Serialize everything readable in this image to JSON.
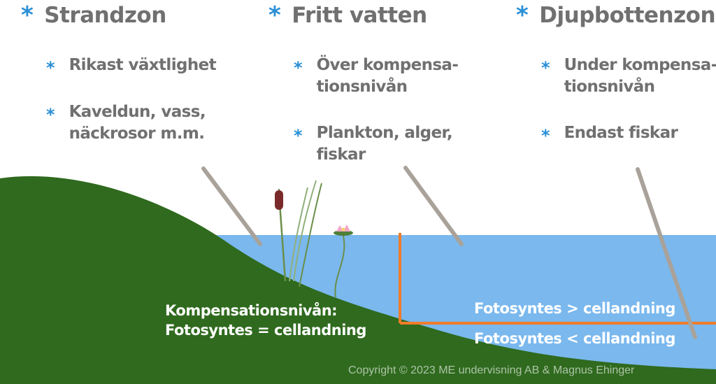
{
  "columns": [
    {
      "heading": "Strandzon",
      "bullets": [
        {
          "line1": "Rikast växtlighet",
          "line2": ""
        },
        {
          "line1": "Kaveldun, vass,",
          "line2": "näckrosor m.m."
        }
      ]
    },
    {
      "heading": "Fritt vatten",
      "bullets": [
        {
          "line1": "Över kompensa-",
          "line2": "tionsnivån"
        },
        {
          "line1": "Plankton, alger,",
          "line2": "fiskar"
        }
      ]
    },
    {
      "heading": "Djupbottenzon",
      "bullets": [
        {
          "line1": "Under kompensa-",
          "line2": "tionsnivån"
        },
        {
          "line1": "Endast fiskar",
          "line2": ""
        }
      ]
    }
  ],
  "labels": {
    "compensation_line1": "Kompensationsnivån:",
    "compensation_line2": "Fotosyntes = cellandning",
    "above": "Fotosyntes > cellandning",
    "below": "Fotosyntes < cellandning"
  },
  "copyright": "Copyright © 2023 ME undervisning AB & Magnus Ehinger",
  "bullet_symbol": "*",
  "colors": {
    "water": "#7ab8ee",
    "land": "#2f6a1e",
    "accent_star": "#2a8fd6",
    "text": "#707070",
    "compensation_line": "#f07c2a",
    "pointer": "#a9a29a",
    "lily": "#f2a6c8"
  }
}
